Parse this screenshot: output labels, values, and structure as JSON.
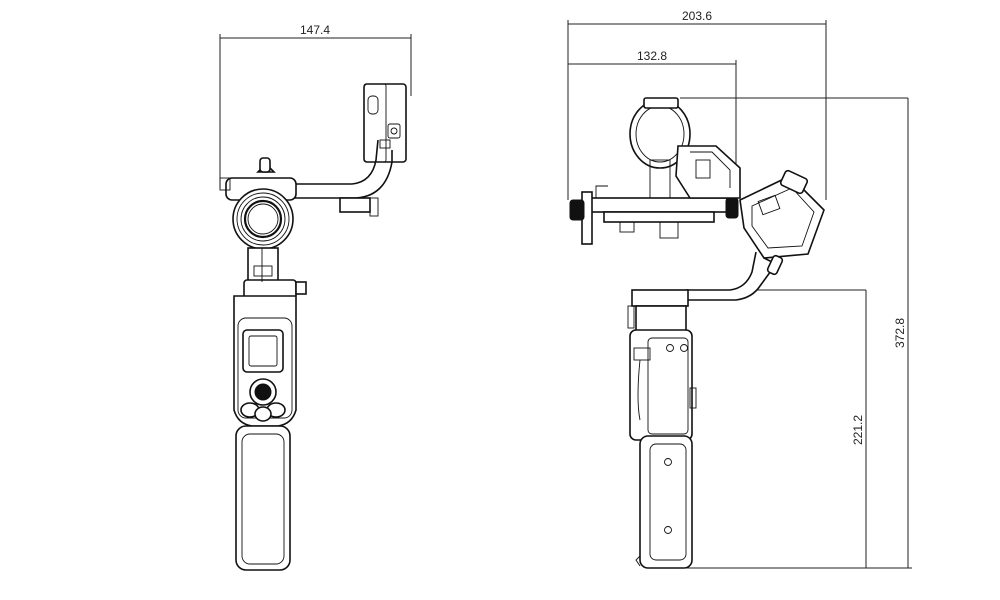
{
  "dimensions": {
    "front_width": "147.4",
    "side_total_width": "203.6",
    "side_arm_width": "132.8",
    "side_total_height": "372.8",
    "side_handle_height": "221.2"
  },
  "colors": {
    "line": "#111111",
    "background": "#ffffff"
  }
}
